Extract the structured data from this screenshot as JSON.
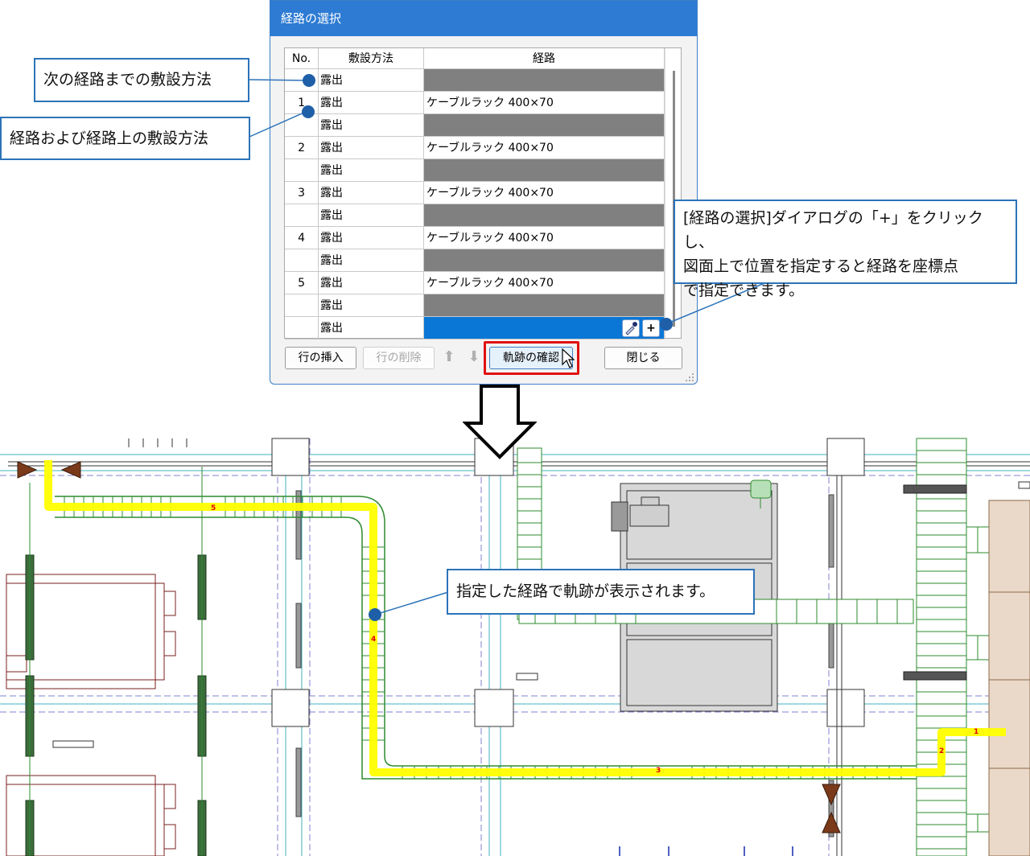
{
  "dialog": {
    "title": "経路の選択",
    "columns": [
      "No.",
      "敷設方法",
      "経路"
    ],
    "rows": [
      {
        "no": "",
        "method": "露出",
        "route": "",
        "style": "gray"
      },
      {
        "no": "1",
        "method": "露出",
        "route": "ケーブルラック 400×70",
        "style": "white"
      },
      {
        "no": "",
        "method": "露出",
        "route": "",
        "style": "gray"
      },
      {
        "no": "2",
        "method": "露出",
        "route": "ケーブルラック 400×70",
        "style": "white"
      },
      {
        "no": "",
        "method": "露出",
        "route": "",
        "style": "gray"
      },
      {
        "no": "3",
        "method": "露出",
        "route": "ケーブルラック 400×70",
        "style": "white"
      },
      {
        "no": "",
        "method": "露出",
        "route": "",
        "style": "gray"
      },
      {
        "no": "4",
        "method": "露出",
        "route": "ケーブルラック 400×70",
        "style": "white"
      },
      {
        "no": "",
        "method": "露出",
        "route": "",
        "style": "gray"
      },
      {
        "no": "5",
        "method": "露出",
        "route": "ケーブルラック 400×70",
        "style": "white"
      },
      {
        "no": "",
        "method": "露出",
        "route": "",
        "style": "gray"
      },
      {
        "no": "",
        "method": "露出",
        "route": "",
        "style": "selected"
      }
    ],
    "plus_label": "+",
    "buttons": {
      "insert": "行の挿入",
      "delete": "行の削除",
      "confirm": "軌跡の確認",
      "close": "閉じる"
    }
  },
  "callouts": {
    "next_method": "次の経路までの敷設方法",
    "route_method": "経路および経路上の敷設方法",
    "plus_hint_lines": [
      "[経路の選択]ダイアログの「+」をクリックし、",
      "図面上で位置を指定すると経路を座標点",
      "で指定できます。"
    ],
    "trajectory": "指定した経路で軌跡が表示されます。"
  },
  "drawing": {
    "route_labels": [
      "5",
      "4",
      "3",
      "2",
      "1"
    ]
  },
  "colors": {
    "title_bar": "#2d7bd3",
    "selected_row": "#0a77d6",
    "gray_row": "#808080",
    "callout_border": "#2c73b8",
    "highlight": "#ffff00",
    "rack": "#2e8b2e",
    "confirm_outline": "#e01010"
  }
}
